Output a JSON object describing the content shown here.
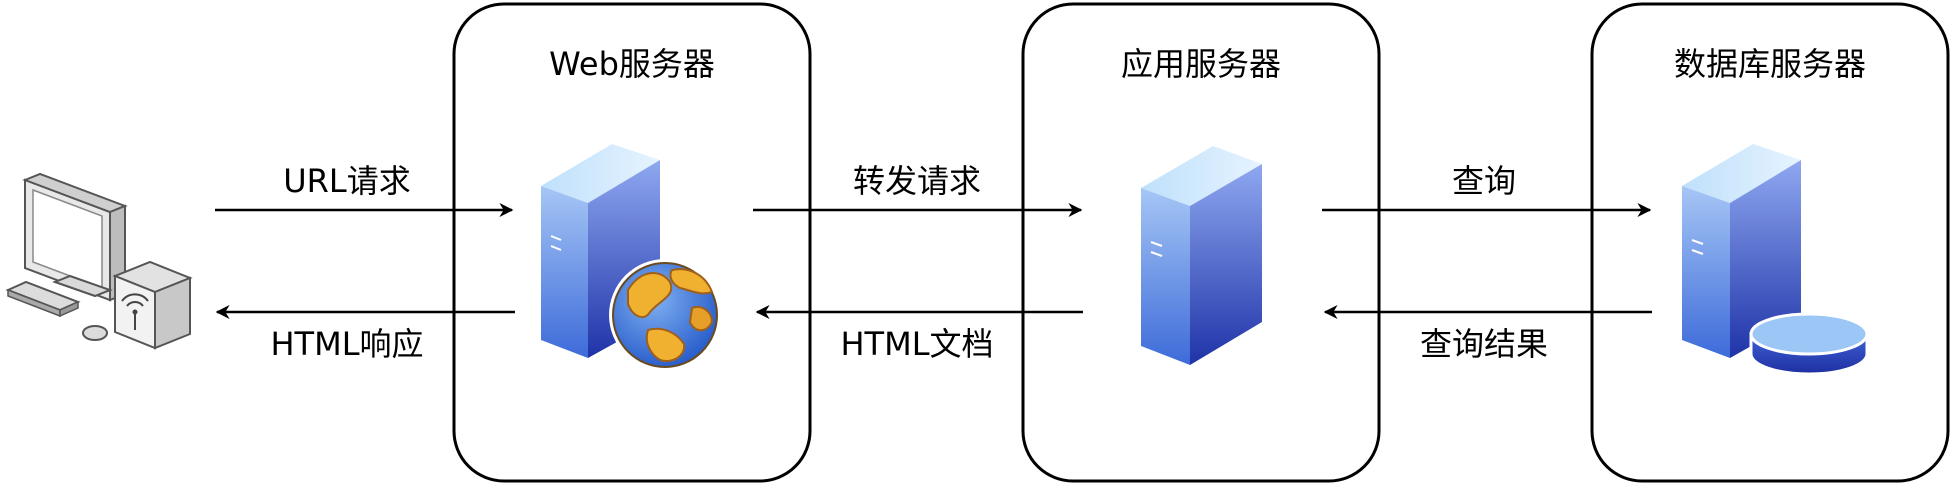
{
  "servers": [
    {
      "id": "web",
      "title": "Web服务器",
      "icon": "web-server-globe-icon"
    },
    {
      "id": "app",
      "title": "应用服务器",
      "icon": "server-tower-icon"
    },
    {
      "id": "db",
      "title": "数据库服务器",
      "icon": "database-server-icon"
    }
  ],
  "client": {
    "icon": "client-computer-icon"
  },
  "edges": {
    "url_request": "URL请求",
    "html_response": "HTML响应",
    "forward_request": "转发请求",
    "html_document": "HTML文档",
    "query": "查询",
    "query_result": "查询结果"
  },
  "colors": {
    "server_light": "#9ec3f7",
    "server_dark": "#2f57d6",
    "globe_ocean": "#3d78d8",
    "globe_land": "#f0b030"
  }
}
